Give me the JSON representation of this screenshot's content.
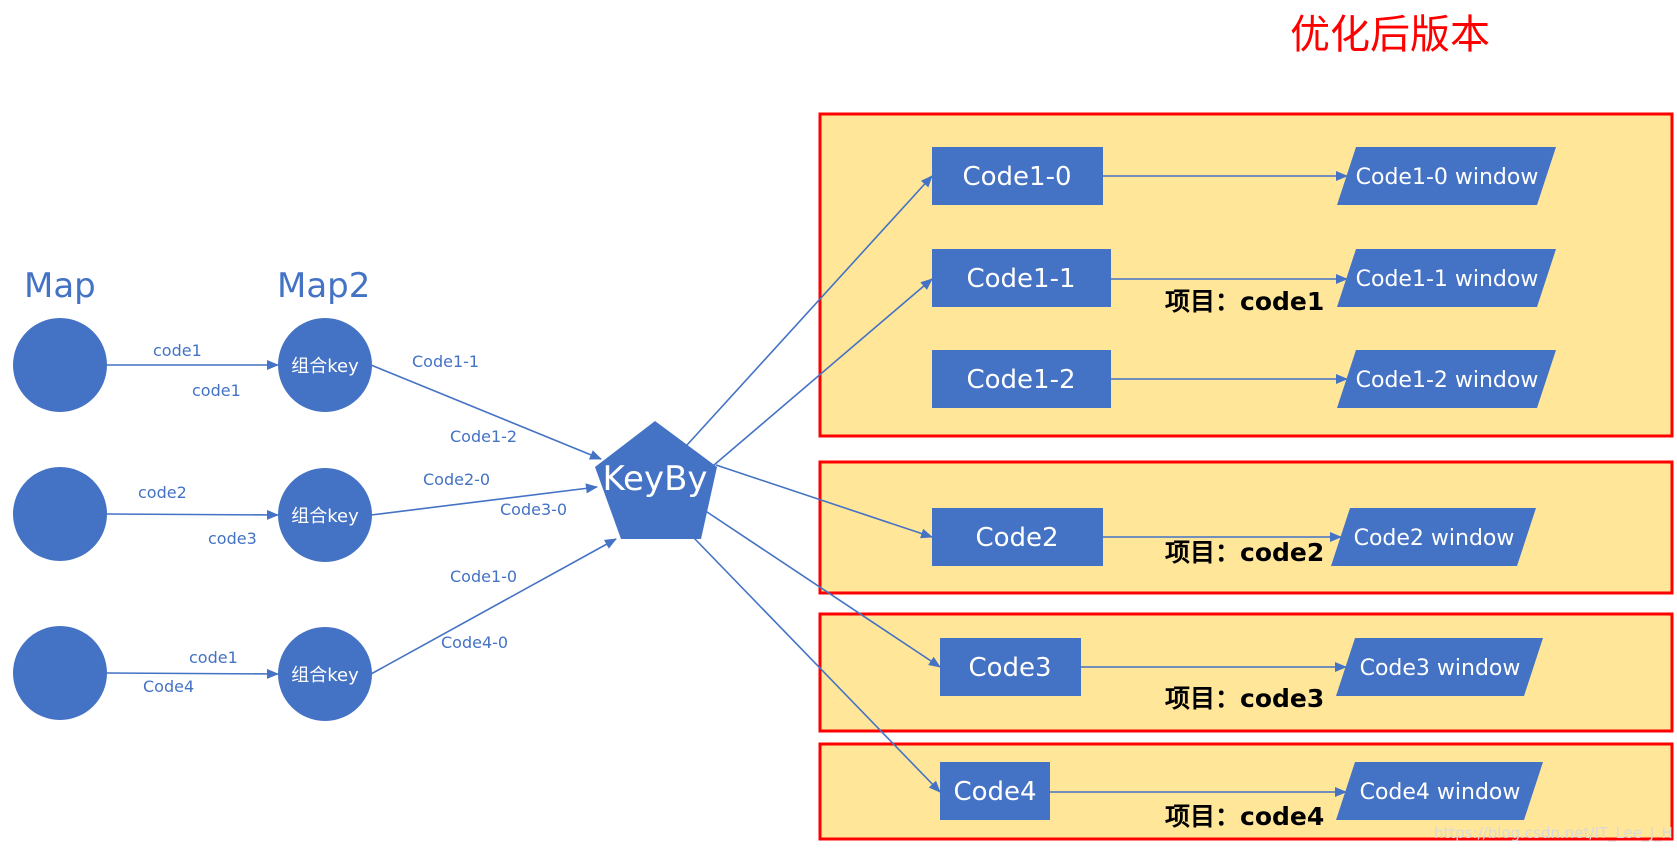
{
  "title": "优化后版本",
  "columns": {
    "map": "Map",
    "map2": "Map2"
  },
  "map2_nodes": [
    "组合key",
    "组合key",
    "组合key"
  ],
  "keyby": "KeyBy",
  "edge_labels": {
    "map_to_map2": [
      [
        "code1",
        "code1"
      ],
      [
        "code2",
        "code3"
      ],
      [
        "code1",
        "Code4"
      ]
    ],
    "map2_to_keyby": [
      "Code1-1",
      "Code1-2",
      "Code2-0",
      "Code3-0",
      "Code1-0",
      "Code4-0"
    ]
  },
  "groups": [
    {
      "label": "项目：code1",
      "codes": [
        "Code1-0",
        "Code1-1",
        "Code1-2"
      ],
      "windows": [
        "Code1-0 window",
        "Code1-1 window",
        "Code1-2 window"
      ]
    },
    {
      "label": "项目：code2",
      "codes": [
        "Code2"
      ],
      "windows": [
        "Code2 window"
      ]
    },
    {
      "label": "项目：code3",
      "codes": [
        "Code3"
      ],
      "windows": [
        "Code3 window"
      ]
    },
    {
      "label": "项目：code4",
      "codes": [
        "Code4"
      ],
      "windows": [
        "Code4 window"
      ]
    }
  ],
  "watermark": "https://blog.csdn.net/IT_Lee_J_H",
  "colors": {
    "node_fill": "#4472c4",
    "group_fill": "#ffe699",
    "group_border": "#ff0000",
    "title": "#ff0000",
    "edge": "#4472c4"
  }
}
